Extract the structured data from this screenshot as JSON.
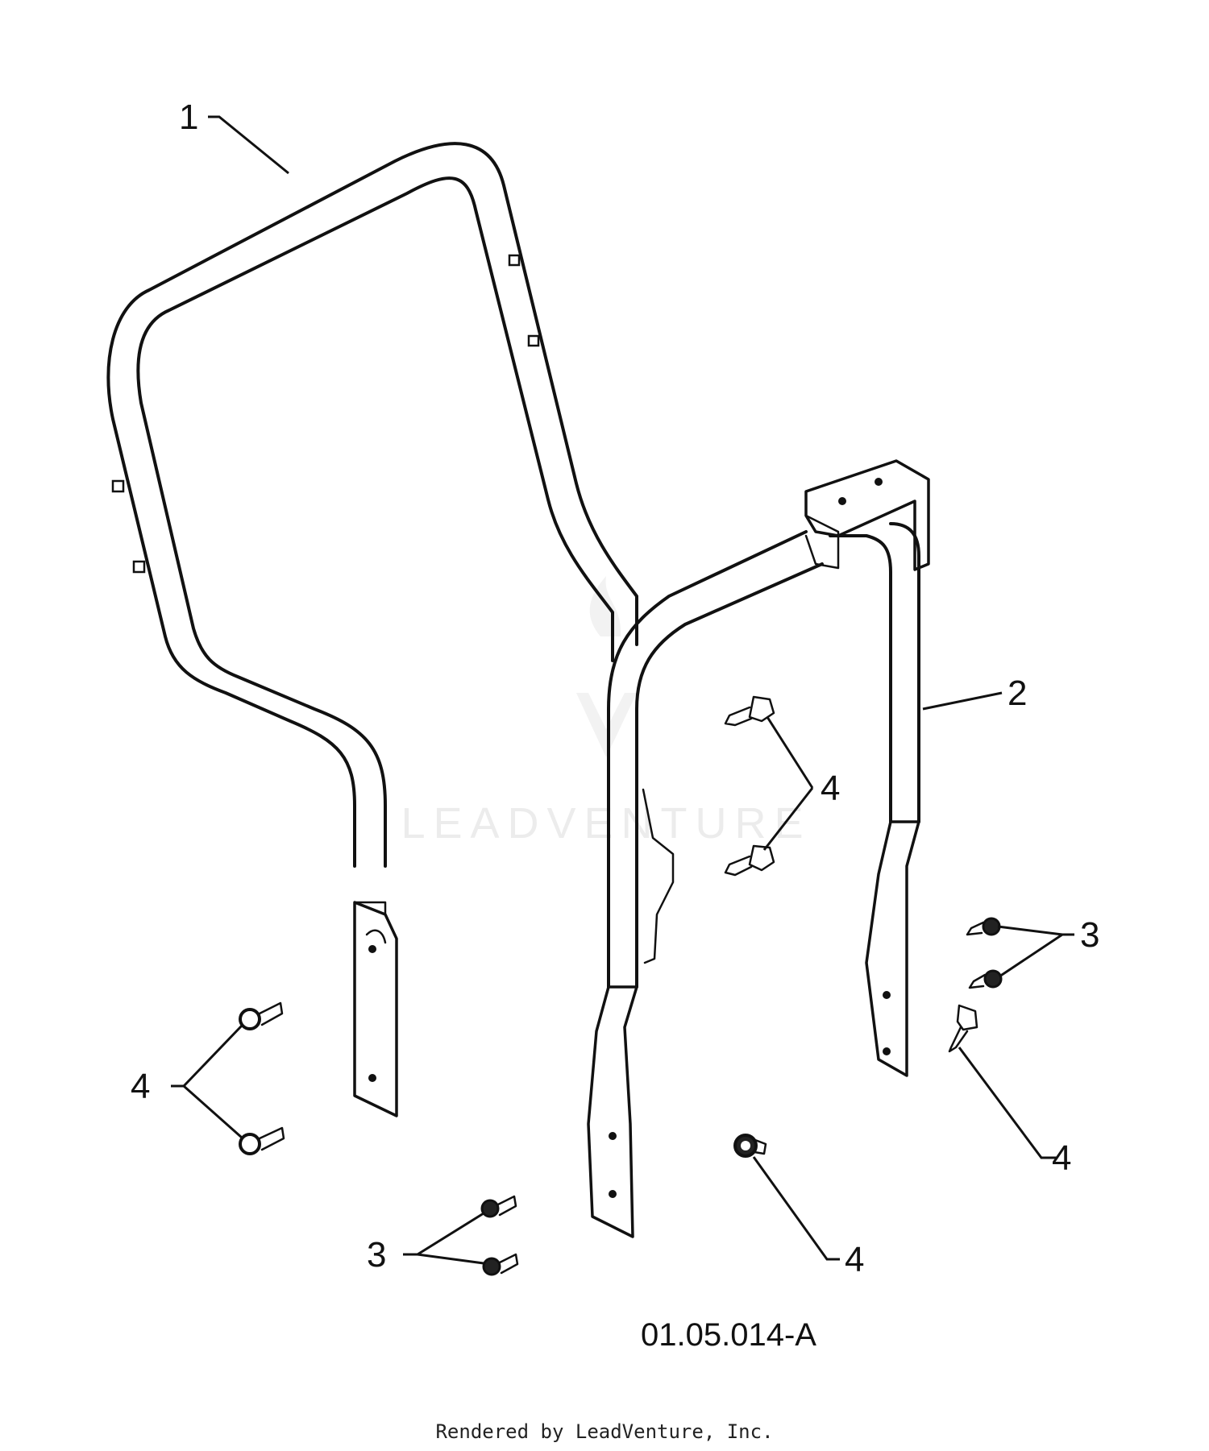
{
  "diagram": {
    "callouts": {
      "part_1": "1",
      "part_2": "2",
      "part_3_right": "3",
      "part_3_left": "3",
      "part_4_center": "4",
      "part_4_left": "4",
      "part_4_right": "4",
      "part_4_bottom": "4"
    },
    "figure_code": "01.05.014-A",
    "watermark": "LEADVENTURE",
    "footer": "Rendered by LeadVenture, Inc."
  },
  "colors": {
    "line": "#111111",
    "background": "#ffffff",
    "watermark": "#ececec"
  }
}
